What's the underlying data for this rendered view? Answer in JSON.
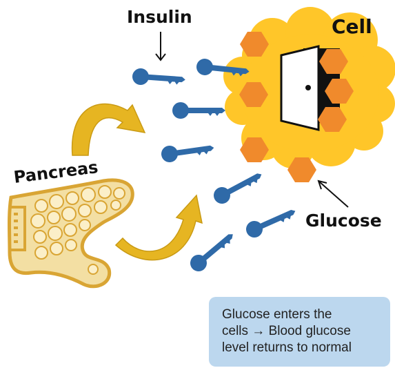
{
  "labels": {
    "insulin": "Insulin",
    "cell": "Cell",
    "pancreas": "Pancreas",
    "glucose": "Glucose"
  },
  "note": {
    "line1": "Glucose enters the",
    "line2": "cells → Blood glucose",
    "line3": "level returns to normal"
  },
  "colors": {
    "cell": "#ffc629",
    "glucose": "#f08a2c",
    "key": "#2f6aa8",
    "arrow": "#e6b522",
    "pancreas_fill": "#f3dfa3",
    "pancreas_outline": "#d9a534",
    "note_bg": "#bcd7ee"
  },
  "icons": {
    "insulin": "key-icon",
    "glucose": "hexagon-icon",
    "cell_entry": "door-icon"
  }
}
